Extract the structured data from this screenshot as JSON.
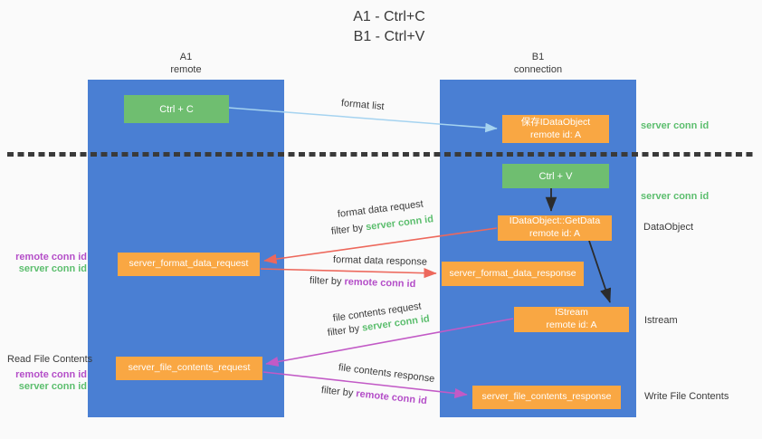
{
  "title": {
    "line1": "A1 - Ctrl+C",
    "line2": "B1 - Ctrl+V"
  },
  "lanes": {
    "a1": {
      "name": "A1",
      "subtitle": "remote"
    },
    "b1": {
      "name": "B1",
      "subtitle": "connection"
    }
  },
  "nodes": {
    "ctrl_c": {
      "label": "Ctrl + C"
    },
    "ctrl_v": {
      "label": "Ctrl + V"
    },
    "save_dataobject": {
      "line1": "保存IDataObject",
      "line2": "remote id: A"
    },
    "getdata": {
      "line1": "IDataObject::GetData",
      "line2": "remote id: A"
    },
    "istream": {
      "line1": "IStream",
      "line2": "remote id: A"
    },
    "format_request": {
      "label": "server_format_data_request"
    },
    "format_response": {
      "label": "server_format_data_response"
    },
    "file_request": {
      "label": "server_file_contents_request"
    },
    "file_response": {
      "label": "server_file_contents_response"
    }
  },
  "arrow_labels": {
    "format_list": "format list",
    "format_data_request": "format data request",
    "format_data_response": "format data response",
    "file_contents_request": "file contents request",
    "file_contents_response": "file contents response"
  },
  "terms": {
    "filter_by": "filter by",
    "server_conn_id": "server conn id",
    "remote_conn_id": "remote conn id"
  },
  "side_labels": {
    "dataobject": "DataObject",
    "istream": "Istream",
    "read_file_contents": "Read File Contents",
    "write_file_contents": "Write File Contents"
  },
  "colors": {
    "lane_blue": "#4A7FD3",
    "node_green": "#6FBE70",
    "node_orange": "#F9A743",
    "arrow_lightblue": "#A5D3F0",
    "arrow_red": "#ED685C",
    "arrow_magenta": "#C25AC6",
    "text_green": "#5CBE6E",
    "text_purple": "#B44EC8",
    "text_dark": "#3A3A3A",
    "background": "#FAFAFA"
  }
}
